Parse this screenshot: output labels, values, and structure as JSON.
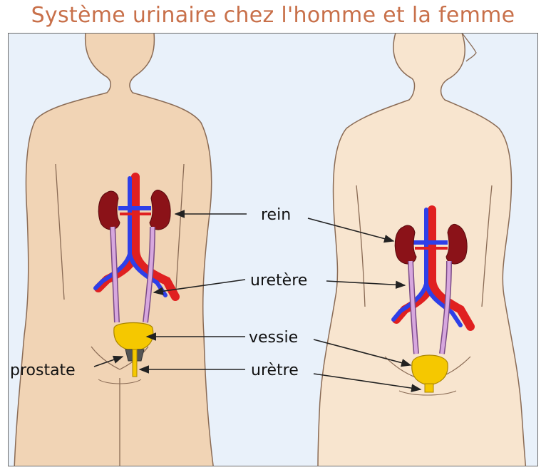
{
  "title": "Système urinaire chez l'homme et la femme",
  "labels": {
    "rein": "rein",
    "uretere": "uretère",
    "vessie": "vessie",
    "uretre": "urètre",
    "prostate": "prostate"
  },
  "colors": {
    "title": "#c8704a",
    "background": "#e9f1fa",
    "skin_male": "#f1d4b5",
    "skin_female": "#f8e5cf",
    "kidney": "#8b1218",
    "artery": "#e02020",
    "vein": "#2e3fe8",
    "ureter": "#cfa0d6",
    "bladder": "#f5c800",
    "prostate": "#555555"
  }
}
